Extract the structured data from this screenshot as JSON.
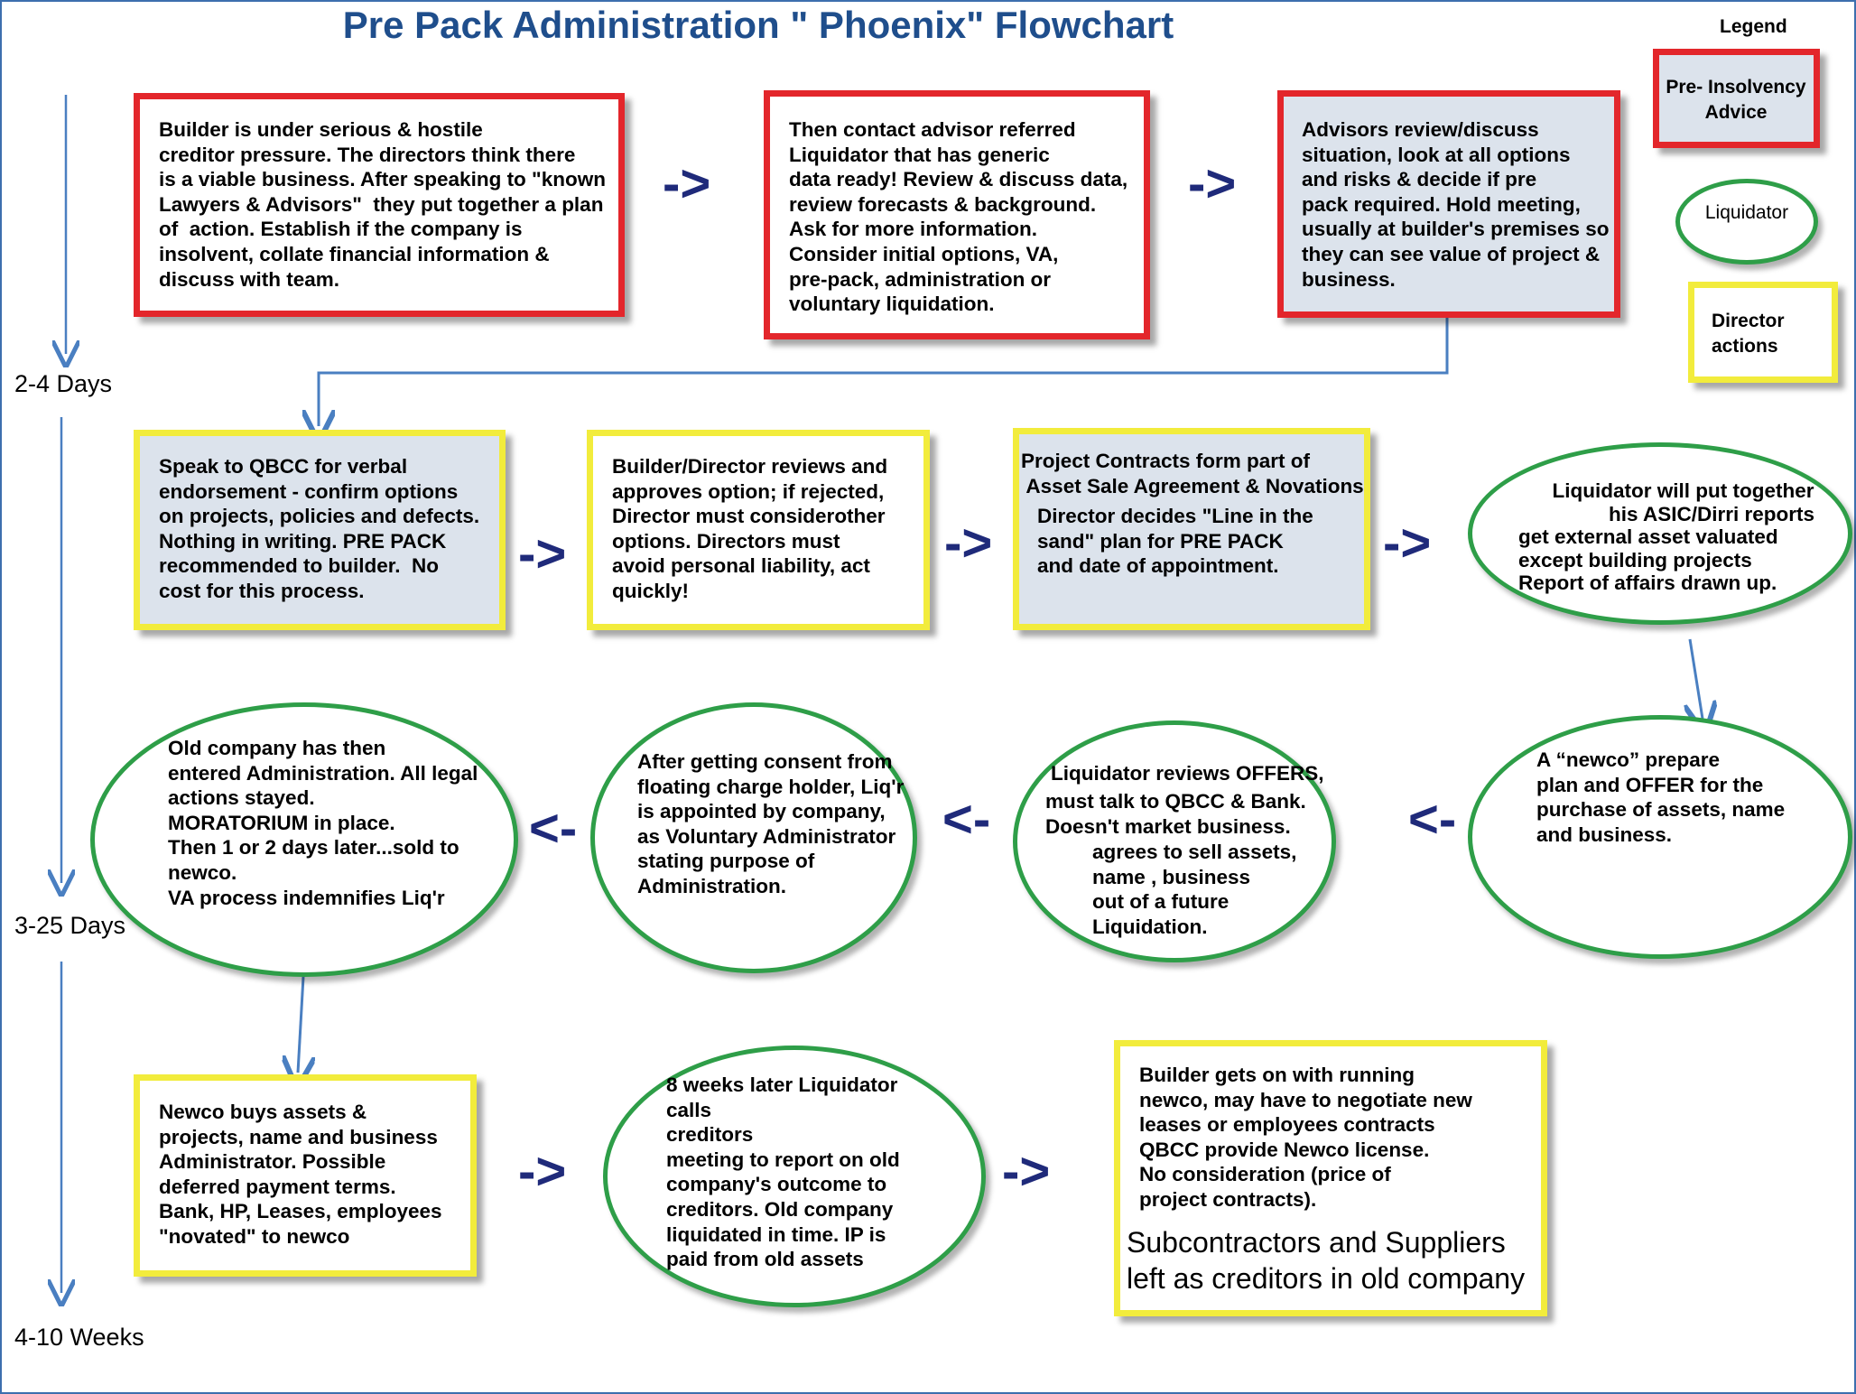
{
  "title": "Pre Pack Administration \" Phoenix\" Flowchart",
  "legend": {
    "title": "Legend",
    "pre_insolvency": "Pre- Insolvency\nAdvice",
    "liquidator": "Liquidator",
    "director": "Director\nactions"
  },
  "timeline": [
    "2-4 Days",
    "3-25 Days",
    "4-10 Weeks"
  ],
  "colors": {
    "pre_insolvency": "#e3262b",
    "liquidator": "#2e9e48",
    "director": "#f2ec3c",
    "arrow": "#1f2a7a",
    "connector": "#4a7fc1"
  },
  "row1": {
    "box1": "Builder is under serious & hostile\ncreditor pressure. The directors think there\nis a viable business. After speaking to \"known\nLawyers & Advisors\"  they put together a plan\nof  action. Establish if the company is\ninsolvent, collate financial information &\ndiscuss with team.",
    "box2": "Then contact advisor referred\nLiquidator that has generic\ndata ready! Review & discuss data,\nreview forecasts & background.\nAsk for more information.\nConsider initial options, VA,\npre-pack, administration or\nvoluntary liquidation.",
    "box3": "Advisors review/discuss\nsituation, look at all options\nand risks & decide if pre\npack required. Hold meeting,\nusually at builder's premises so\nthey can see value of project &\nbusiness."
  },
  "row2": {
    "box1": "Speak to QBCC for verbal\nendorsement - confirm options\non projects, policies and defects.\nNothing in writing. PRE PACK\nrecommended to builder.  No\ncost for this process.",
    "box2": "Builder/Director reviews and\napproves option; if rejected,\nDirector must considerother\noptions. Directors must\navoid personal liability, act\nquickly!",
    "box3a": "Project Contracts form part of\n Asset Sale Agreement & Novations",
    "box3b": "Director decides \"Line in the\nsand\" plan for PRE PACK\nand date of appointment.",
    "ellipse": "      Liquidator will put together\n                his ASIC/Dirri reports\nget external asset valuated\nexcept building projects\nReport of affairs drawn up."
  },
  "row3": {
    "ellipse1": "Old company has then\nentered Administration. All legal\nactions stayed.\nMORATORIUM in place.\nThen 1 or 2 days later...sold to\nnewco.\nVA process indemnifies Liq'r",
    "ellipse2": "After getting consent from\nfloating charge holder, Liq'r\nis appointed by company,\nas Voluntary Administrator\nstating purpose of\nAdministration.",
    "ellipse3a": "Liquidator reviews OFFERS,",
    "ellipse3b": "must talk to QBCC & Bank.\nDoesn't market business.",
    "ellipse3c": "agrees to sell assets,\nname , business\nout of a future\nLiquidation.",
    "ellipse4": "A “newco” prepare\nplan and OFFER for the\npurchase of assets, name\nand business."
  },
  "row4": {
    "box1": "Newco buys assets &\nprojects, name and business\nAdministrator. Possible\ndeferred payment terms.\nBank, HP, Leases, employees\n\"novated\" to newco",
    "ellipse": "8 weeks later Liquidator\ncalls\ncreditors\nmeeting to report on old\ncompany's outcome to\ncreditors. Old company\nliquidated in time. IP is\npaid from old assets",
    "box3": "Builder gets on with running\nnewco, may have to negotiate new\nleases or employees contracts\nQBCC provide Newco license.\nNo consideration (price of\nproject contracts).",
    "box3_note": "Subcontractors and Suppliers\nleft as creditors in old company"
  },
  "arrows": {
    "right": "->",
    "left": "<-"
  }
}
